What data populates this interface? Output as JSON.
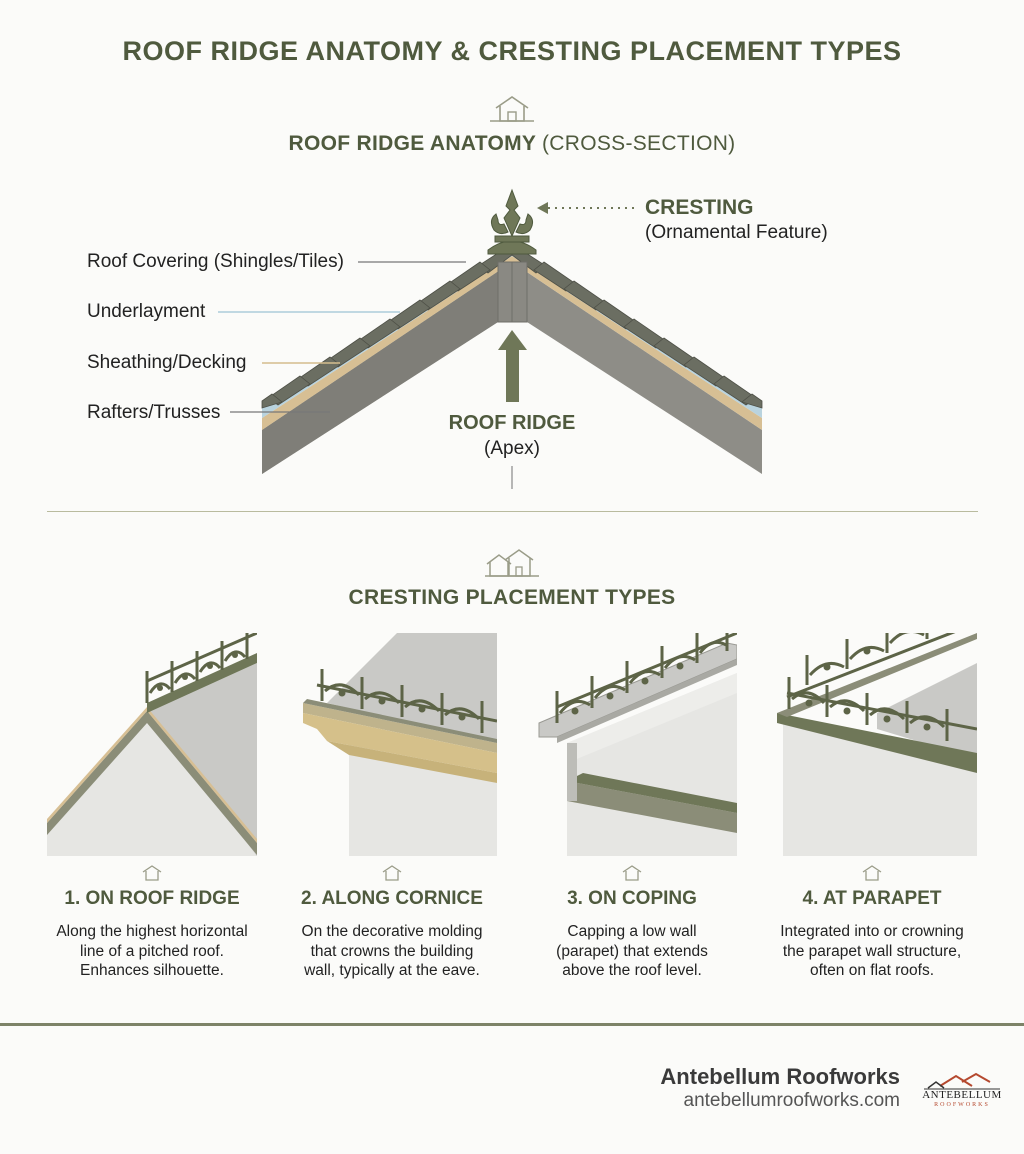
{
  "title": "ROOF RIDGE ANATOMY & CRESTING PLACEMENT TYPES",
  "anatomy": {
    "heading": "ROOF RIDGE ANATOMY",
    "heading_suffix": "(CROSS-SECTION)",
    "layers": [
      "Roof Covering (Shingles/Tiles)",
      "Underlayment",
      "Sheathing/Decking",
      "Rafters/Trusses"
    ],
    "cresting_label": "CRESTING",
    "cresting_sub": "(Ornamental Feature)",
    "ridge_label": "ROOF RIDGE",
    "ridge_sub": "(Apex)",
    "colors": {
      "covering": "#6b6e62",
      "underlayment": "#b9d3de",
      "sheathing": "#d7bf94",
      "rafter": "#8e8d87",
      "accent": "#5d6447"
    }
  },
  "placement": {
    "heading": "CRESTING PLACEMENT TYPES",
    "types": [
      {
        "title": "1. ON ROOF RIDGE",
        "desc": [
          "Along the highest horizontal",
          "line of a pitched roof.",
          "Enhances silhouette."
        ]
      },
      {
        "title": "2. ALONG CORNICE",
        "desc": [
          "On the decorative molding",
          "that crowns the building",
          "wall, typically at the eave."
        ]
      },
      {
        "title": "3. ON COPING",
        "desc": [
          "Capping a low wall",
          "(parapet) that extends",
          "above the roof level."
        ]
      },
      {
        "title": "4. AT PARAPET",
        "desc": [
          "Integrated into or crowning",
          "the parapet wall structure,",
          "often on flat roofs."
        ]
      }
    ]
  },
  "footer": {
    "brand": "Antebellum Roofworks",
    "url": "antebellumroofworks.com",
    "logo_text": "ANTEBELLUM",
    "logo_sub": "ROOFWORKS"
  }
}
